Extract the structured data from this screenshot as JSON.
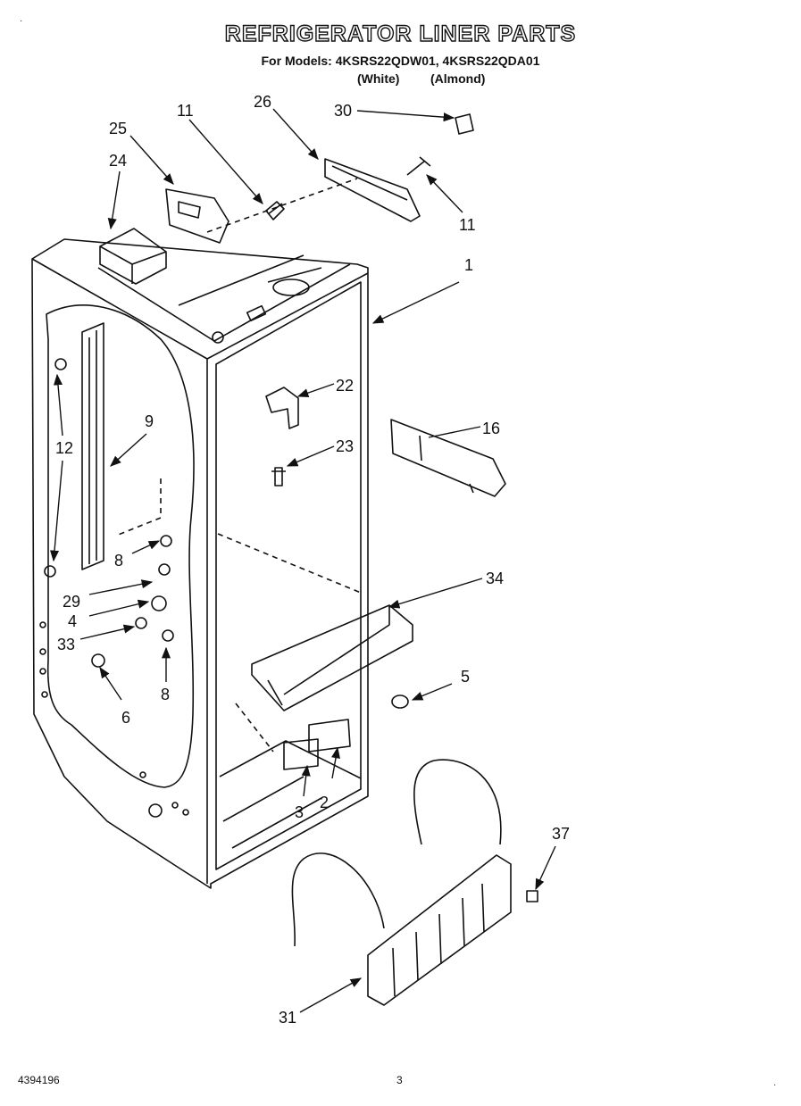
{
  "header": {
    "title": "REFRIGERATOR LINER PARTS",
    "models_line": "For Models: 4KSRS22QDW01, 4KSRS22QDA01",
    "variant_white": "(White)",
    "variant_almond": "(Almond)"
  },
  "callouts": {
    "c1": "1",
    "c2": "2",
    "c3": "3",
    "c4": "4",
    "c5": "5",
    "c6": "6",
    "c8a": "8",
    "c8b": "8",
    "c9": "9",
    "c11a": "11",
    "c11b": "11",
    "c12": "12",
    "c16": "16",
    "c22": "22",
    "c23": "23",
    "c24": "24",
    "c25": "25",
    "c26": "26",
    "c29": "29",
    "c30": "30",
    "c31": "31",
    "c33": "33",
    "c34": "34",
    "c37": "37"
  },
  "footer": {
    "doc_number": "4394196",
    "page_number": "3"
  },
  "marks": {
    "corner_tl": "·",
    "corner_br": "·"
  }
}
